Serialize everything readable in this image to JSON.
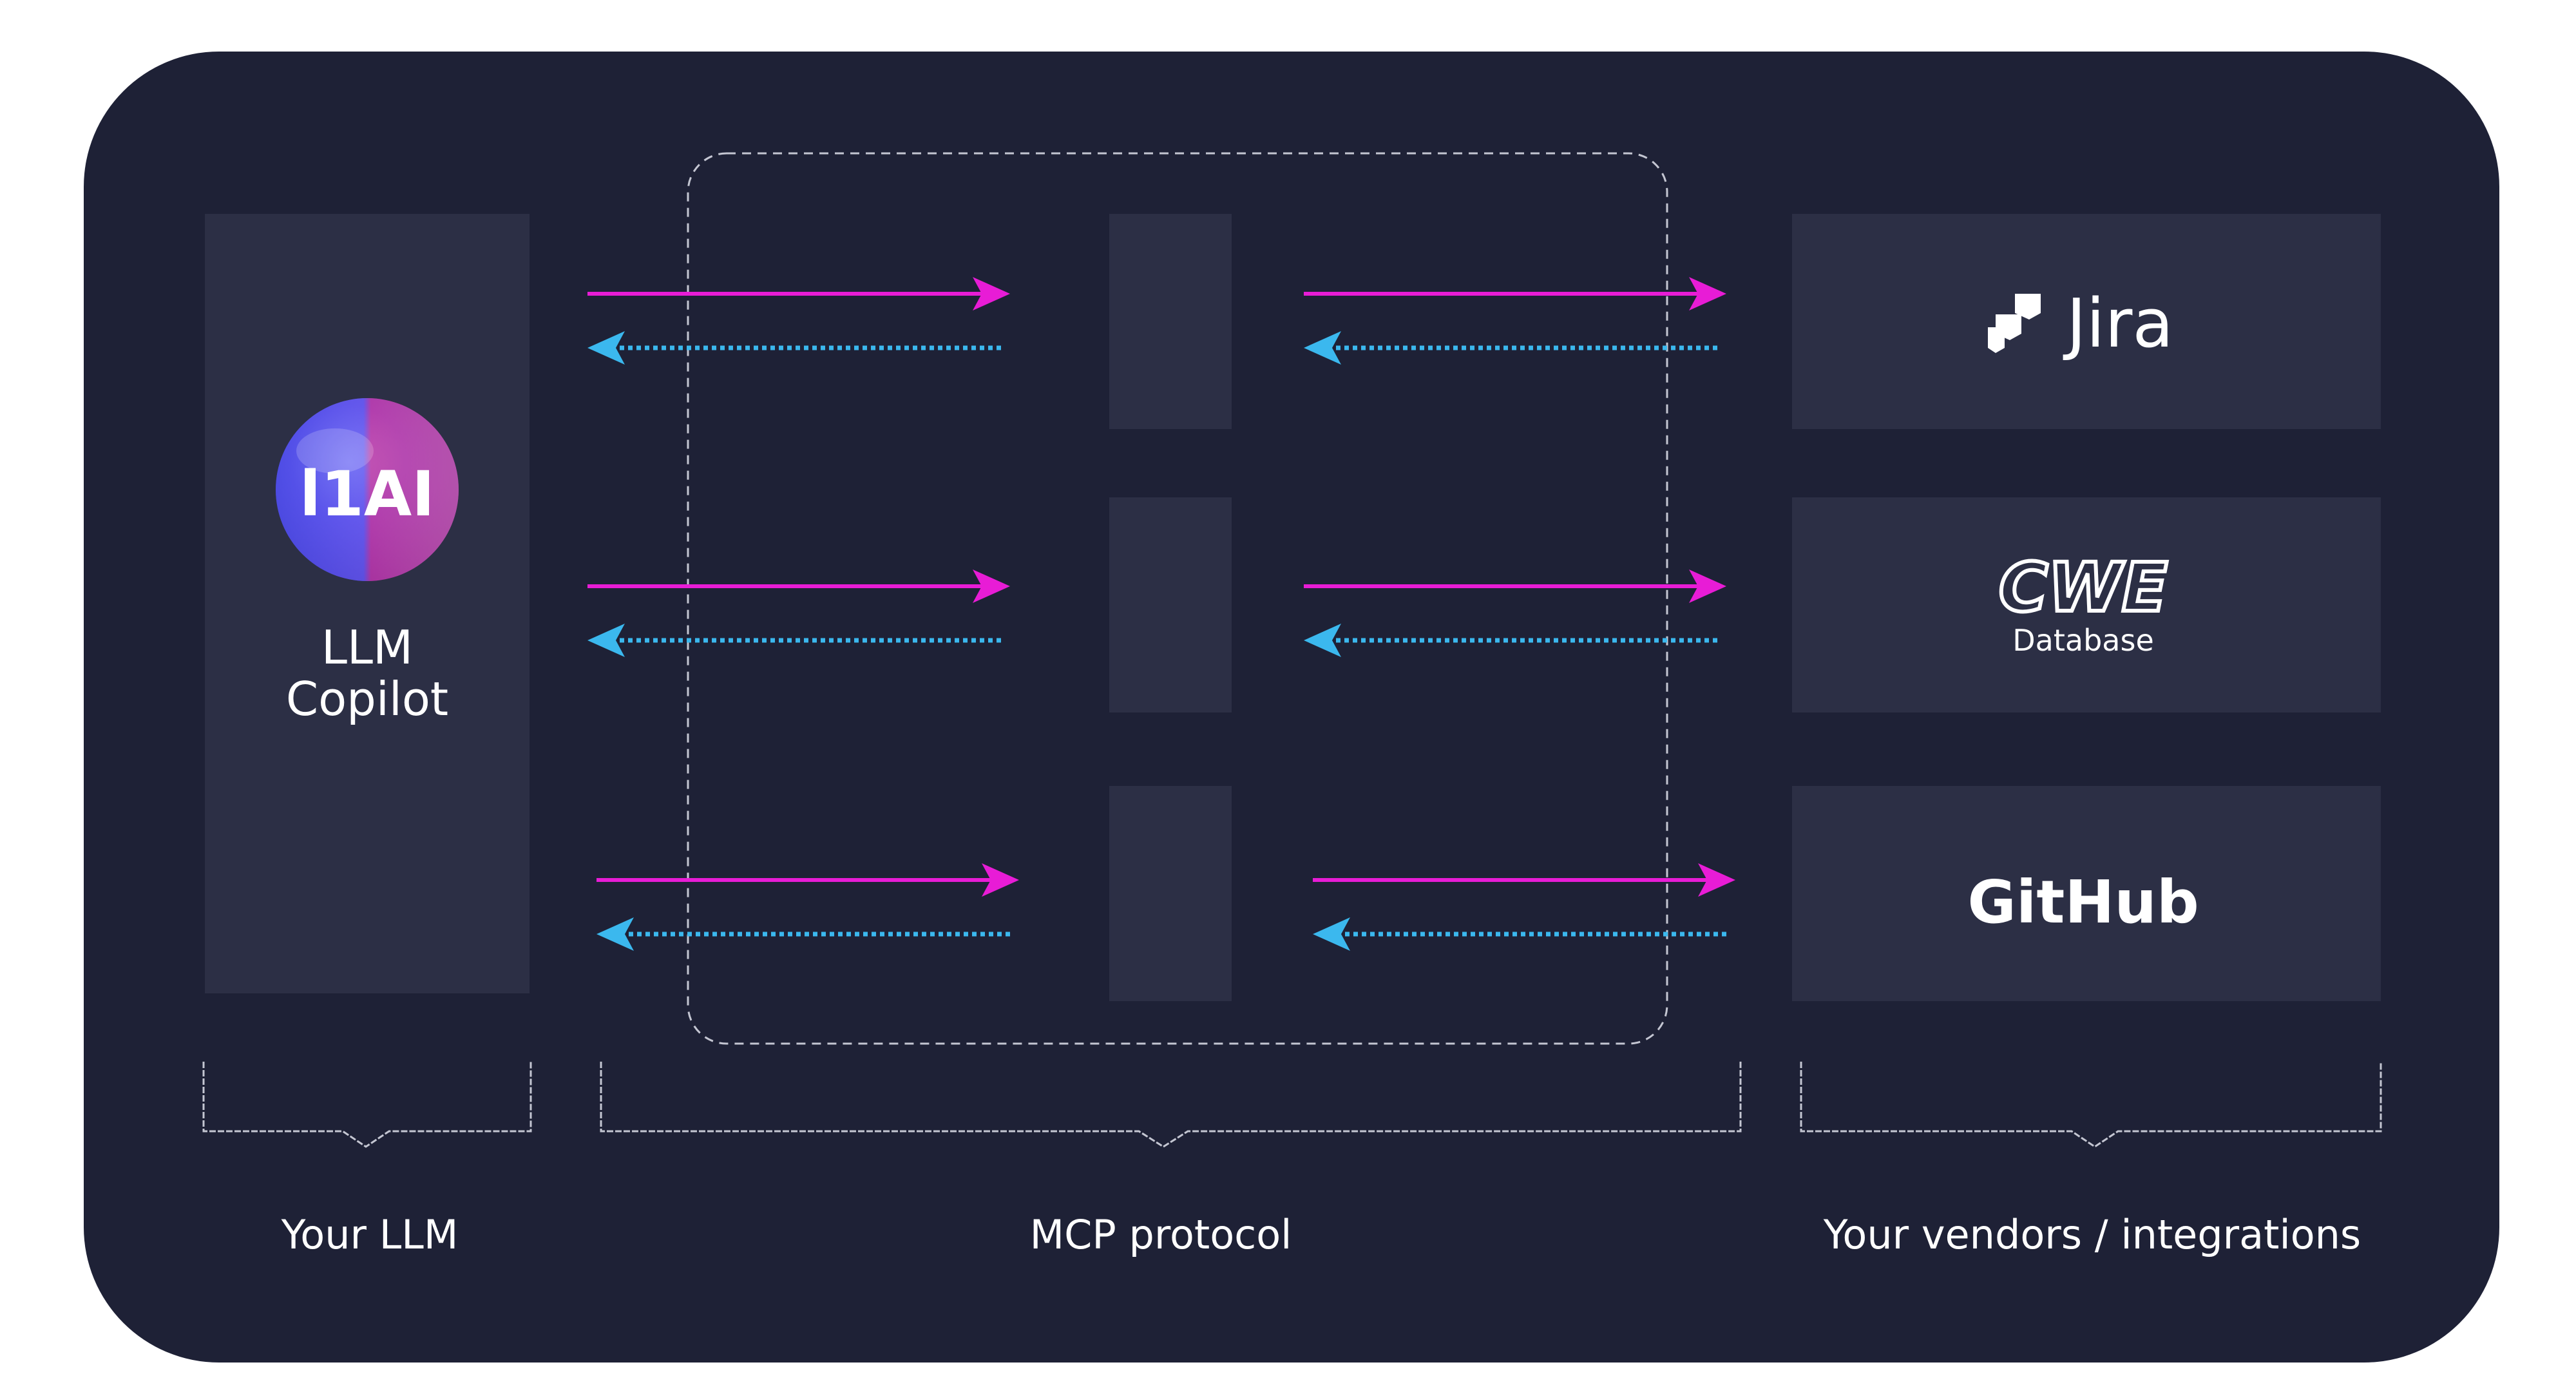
{
  "llm": {
    "logo_text": "l1AI",
    "title_line1": "LLM",
    "title_line2": "Copilot"
  },
  "vendors": {
    "jira": "Jira",
    "cwe_logo": "CWE",
    "cwe_sub": "Database",
    "github": "GitHub"
  },
  "sections": {
    "llm": "Your LLM",
    "mcp": "MCP protocol",
    "vendors": "Your vendors / integrations"
  },
  "colors": {
    "background": "#1e2136",
    "box": "#2c2f45",
    "request_arrow": "#e81cd6",
    "response_arrow": "#3bb8ee",
    "dashed_border": "#c4c6d2"
  }
}
